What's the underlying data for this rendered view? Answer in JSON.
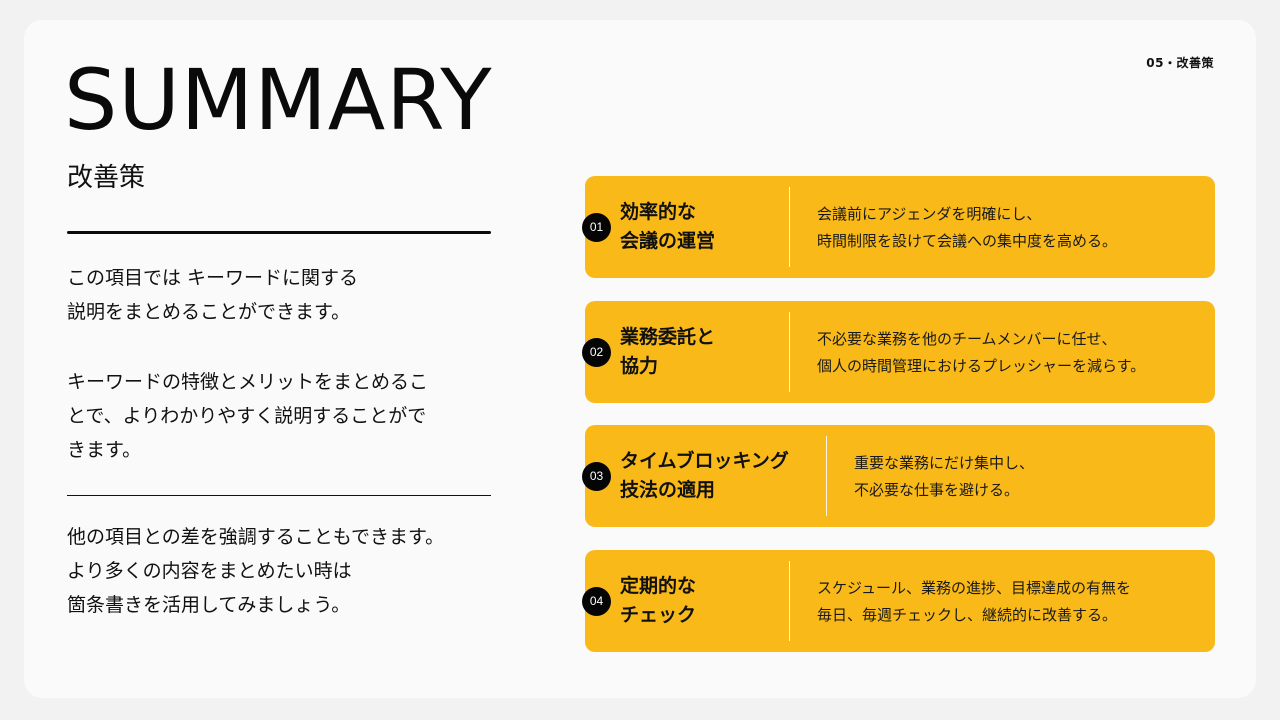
{
  "header": {
    "page_label": "05・改善策",
    "title": "SUMMARY",
    "subtitle": "改善策"
  },
  "left": {
    "paragraphs": [
      "この項目では キーワードに関する\n説明をまとめることができます。",
      "キーワードの特徴とメリットをまとめるこ\nとで、よりわかりやすく説明することがで\nきます。",
      "他の項目との差を強調することもできます。\nより多くの内容をまとめたい時は\n箇条書きを活用してみましょう。"
    ]
  },
  "colors": {
    "accent": "#f9b918",
    "badge": "#050505",
    "background": "#f2f2f2",
    "slide": "#fafafa"
  },
  "items": [
    {
      "number": "01",
      "title": "効率的な\n会議の運営",
      "description": "会議前にアジェンダを明確にし、\n時間制限を設けて会議への集中度を高める。"
    },
    {
      "number": "02",
      "title": "業務委託と\n協力",
      "description": "不必要な業務を他のチームメンバーに任せ、\n個人の時間管理におけるプレッシャーを減らす。"
    },
    {
      "number": "03",
      "title": "タイムブロッキング\n技法の適用",
      "description": "重要な業務にだけ集中し、\n不必要な仕事を避ける。"
    },
    {
      "number": "04",
      "title": "定期的な\nチェック",
      "description": "スケジュール、業務の進捗、目標達成の有無を\n毎日、毎週チェックし、継続的に改善する。"
    }
  ]
}
